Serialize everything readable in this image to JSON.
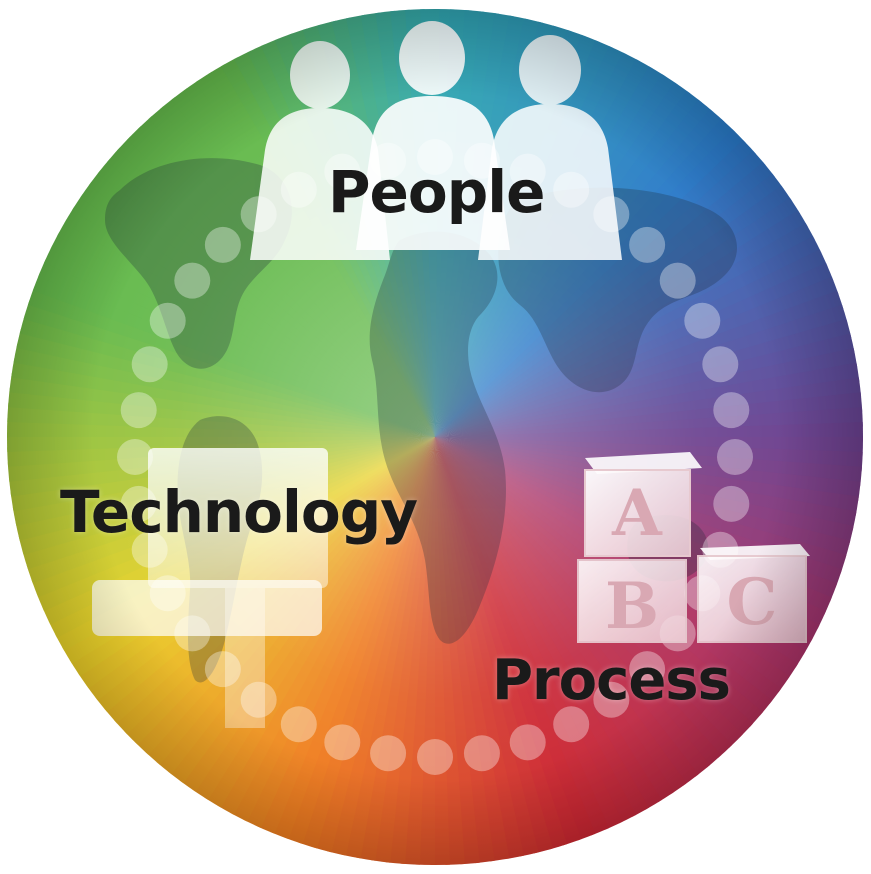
{
  "labels": {
    "people": "People",
    "technology": "Technology",
    "process": "Process"
  },
  "blocks": {
    "block_a": "A",
    "block_b": "B",
    "block_c": "C"
  },
  "icons": {
    "people_figures": "people-silhouette-icon",
    "world_map": "world-map-icon",
    "computer_monitor": "computer-monitor-icon",
    "abc_blocks": "abc-blocks-icon"
  },
  "colors": {
    "green": "#63b94a",
    "teal": "#2fa6b0",
    "blue": "#2878c8",
    "purple": "#6a3f8e",
    "magenta": "#a83166",
    "red": "#cc2530",
    "orange": "#ef7b1e",
    "yellow": "#e9d126"
  }
}
